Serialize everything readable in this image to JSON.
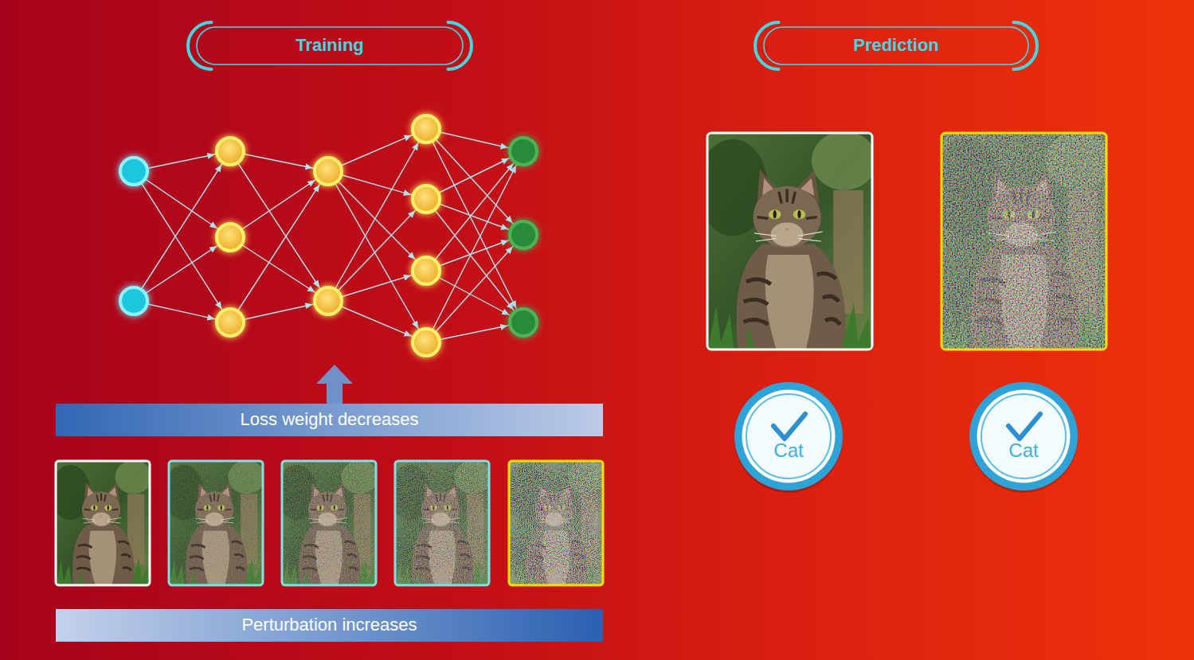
{
  "diagram": {
    "nodes": [
      {
        "text": [
          "Training"
        ]
      },
      {
        "text": [
          "Prediction"
        ]
      },
      {
        "text": [
          "Loss weight decreases"
        ]
      },
      {
        "text": [
          "Cat"
        ]
      },
      {
        "text": [
          "Cat"
        ]
      },
      {
        "text": [
          "Perturbation increases"
        ]
      }
    ]
  }
}
